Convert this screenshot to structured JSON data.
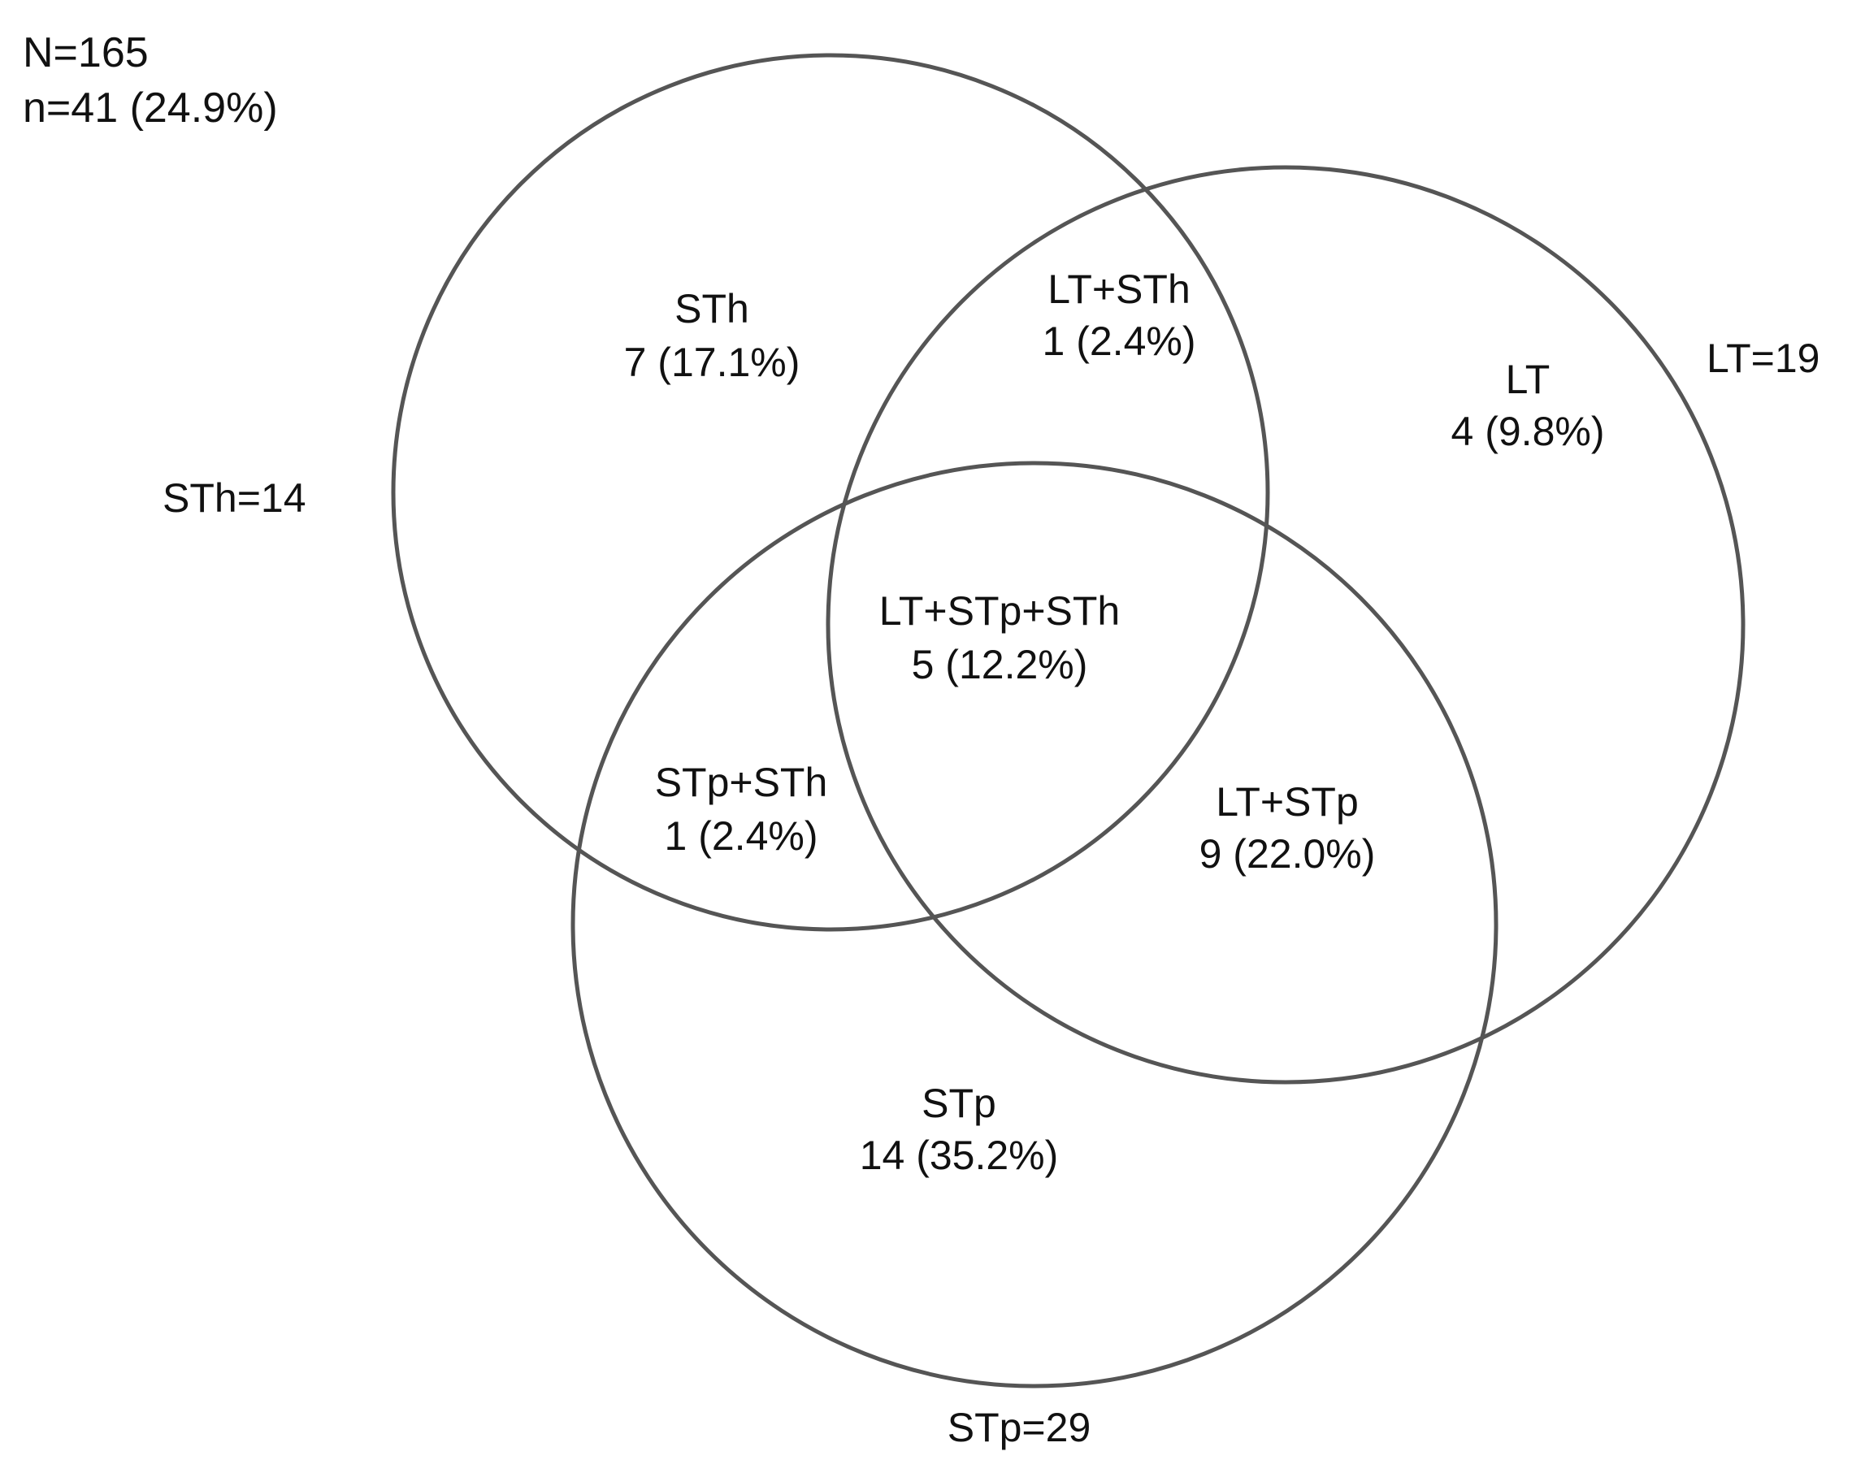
{
  "summary": {
    "total": "N=165",
    "subset": "n=41 (24.9%)"
  },
  "sets": {
    "sth": {
      "label": "STh=14"
    },
    "lt": {
      "label": "LT=19"
    },
    "stp": {
      "label": "STp=29"
    }
  },
  "regions": {
    "sth_only": {
      "name": "STh",
      "value": "7 (17.1%)"
    },
    "lt_sth": {
      "name": "LT+STh",
      "value": "1 (2.4%)"
    },
    "lt_only": {
      "name": "LT",
      "value": "4 (9.8%)"
    },
    "all_three": {
      "name": "LT+STp+STh",
      "value": "5 (12.2%)"
    },
    "stp_sth": {
      "name": "STp+STh",
      "value": "1 (2.4%)"
    },
    "lt_stp": {
      "name": "LT+STp",
      "value": "9 (22.0%)"
    },
    "stp_only": {
      "name": "STp",
      "value": "14 (35.2%)"
    }
  },
  "colors": {
    "stroke": "#555555",
    "text": "#111111",
    "background": "#ffffff"
  }
}
